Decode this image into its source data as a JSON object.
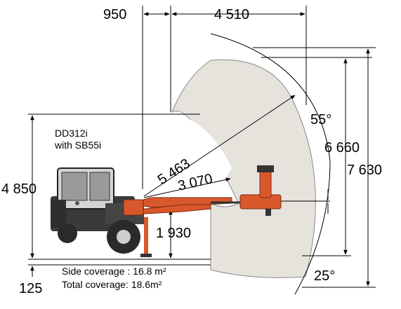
{
  "labels": {
    "model_line1": "DD312i",
    "model_line2": "with SB55i",
    "side_coverage": "Side coverage : 16.8 m²",
    "total_coverage": "Total coverage: 18.6m²"
  },
  "dimensions": {
    "d950": "950",
    "d4510": "4 510",
    "d55deg": "55°",
    "d6660": "6 660",
    "d7630": "7 630",
    "d4850": "4 850",
    "d5463": "5 463",
    "d3070": "3 070",
    "d1930": "1 930",
    "d25deg": "25°",
    "d125": "125"
  },
  "colors": {
    "coverage_fill": "#e6e3dc",
    "boom_orange": "#d9582b",
    "machine_dark": "#3a3a3a",
    "machine_light": "#c9c9c9"
  }
}
